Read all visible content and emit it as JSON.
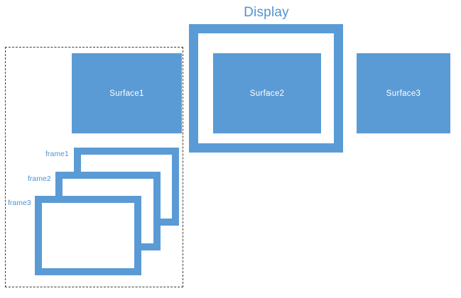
{
  "diagram": {
    "title": "Display",
    "colors": {
      "accent_blue": "#5B9BD5",
      "title_blue": "#4F93D1",
      "dashed_border": "#3b3b3b",
      "background": "#ffffff",
      "label_white": "#ffffff"
    },
    "surfaces": [
      {
        "label": "Surface1"
      },
      {
        "label": "Surface2"
      },
      {
        "label": "Surface3"
      }
    ],
    "frames": [
      {
        "label": "frame1"
      },
      {
        "label": "frame2"
      },
      {
        "label": "frame3"
      }
    ]
  }
}
